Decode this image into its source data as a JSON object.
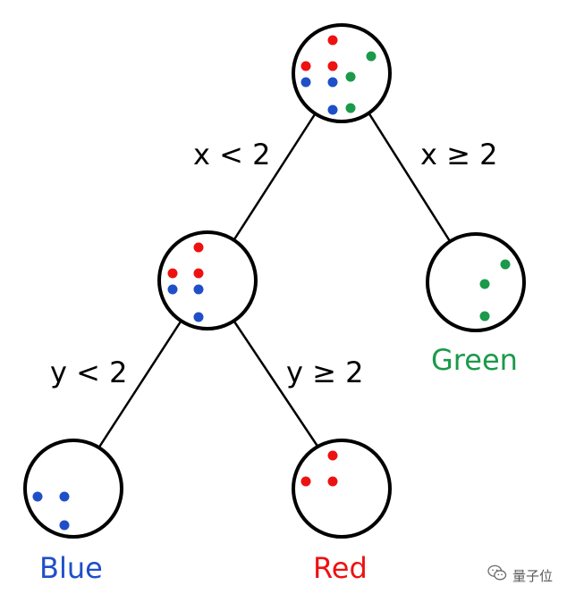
{
  "colors": {
    "red": "#ee1111",
    "blue": "#1f4fc8",
    "green": "#1a9a4a",
    "stroke": "#000000"
  },
  "tree": {
    "root": {
      "points": [
        "red",
        "red",
        "red",
        "blue",
        "blue",
        "blue",
        "green",
        "green",
        "green"
      ]
    },
    "left_branch_label": "x < 2",
    "right_branch_label": "x ≥ 2",
    "left": {
      "points": [
        "red",
        "red",
        "red",
        "blue",
        "blue",
        "blue"
      ],
      "left_branch_label": "y < 2",
      "right_branch_label": "y ≥ 2"
    },
    "right_leaf": {
      "class_label": "Green",
      "points": [
        "green",
        "green",
        "green"
      ]
    },
    "left_left_leaf": {
      "class_label": "Blue",
      "points": [
        "blue",
        "blue",
        "blue"
      ]
    },
    "left_right_leaf": {
      "class_label": "Red",
      "points": [
        "red",
        "red",
        "red"
      ]
    }
  },
  "watermark": {
    "text": "量子位",
    "icon": "wechat-icon"
  }
}
